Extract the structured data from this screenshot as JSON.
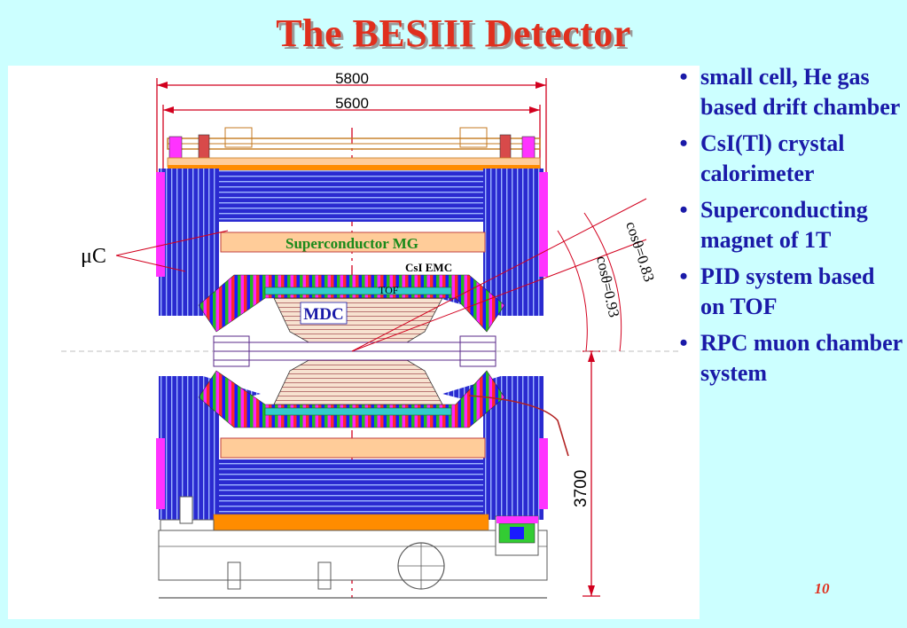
{
  "title": "The BESIII Detector",
  "bullets": [
    "small cell, He gas based drift chamber",
    "CsI(Tl) crystal calorimeter",
    "Superconducting magnet of 1T",
    "PID system based on TOF",
    "RPC muon chamber system"
  ],
  "page_number": "10",
  "diagram": {
    "dim_outer": "5800",
    "dim_inner": "5600",
    "dim_vertical": "3700",
    "label_muc": "μC",
    "label_magnet": "Superconductor MG",
    "label_emc": "CsI EMC",
    "label_tof": "TOF",
    "label_mdc": "MDC",
    "label_angle_1": "cosθ=0.83",
    "label_angle_2": "cosθ=0.93"
  },
  "colors": {
    "title": "#e0301e",
    "bullet_text": "#1a1aa8",
    "background": "#ccffff",
    "muon_iron": "#2a2ad0",
    "endcap": "#ff33ff",
    "magnet": "#ffcc99",
    "label_green": "#1a8a1a"
  }
}
